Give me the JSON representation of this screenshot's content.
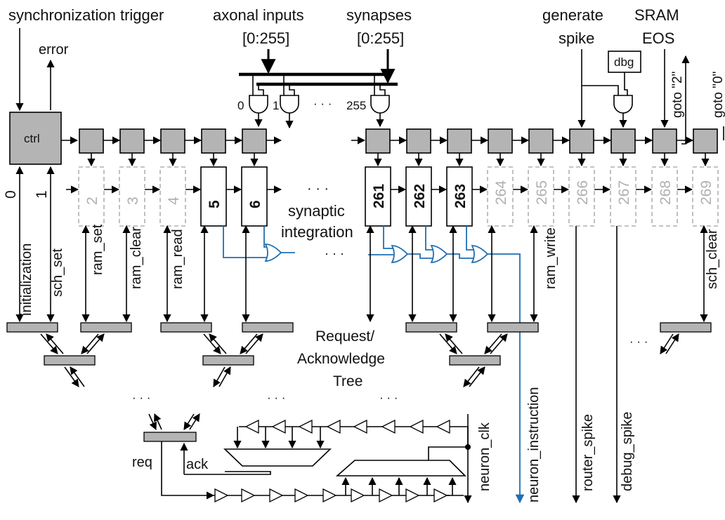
{
  "labels": {
    "sync_trigger": "synchronization trigger",
    "error": "error",
    "axonal1": "axonal  inputs",
    "axonal2": "[0:255]",
    "synapses1": "synapses",
    "synapses2": "[0:255]",
    "generate1": "generate",
    "generate2": "spike",
    "sram1": "SRAM",
    "sram2": "EOS",
    "dbg": "dbg",
    "goto2": "goto \"2\"",
    "goto0": "goto \"0\"",
    "ctrl": "ctrl",
    "gate0": "0",
    "gate1": "1",
    "dots": "· · ·",
    "gate255": "255",
    "synaptic1": "synaptic",
    "synaptic2": "integration",
    "request1": "Request/",
    "request2": "Acknowledge",
    "request3": "Tree",
    "req": "req",
    "ack": "ack",
    "neuron_clk": "neuron_clk",
    "neuron_instruction": "neuron_instruction",
    "router_spike": "router_spike",
    "debug_spike": "debug_spike"
  },
  "states": [
    "0",
    "1",
    "2",
    "3",
    "4",
    "5",
    "6",
    "261",
    "262",
    "263",
    "264",
    "265",
    "266",
    "267",
    "268",
    "269"
  ],
  "signals": [
    "initialization",
    "sch_set",
    "ram_set",
    "ram_clear",
    "ram_read",
    "ram_write",
    "sch_clear"
  ]
}
